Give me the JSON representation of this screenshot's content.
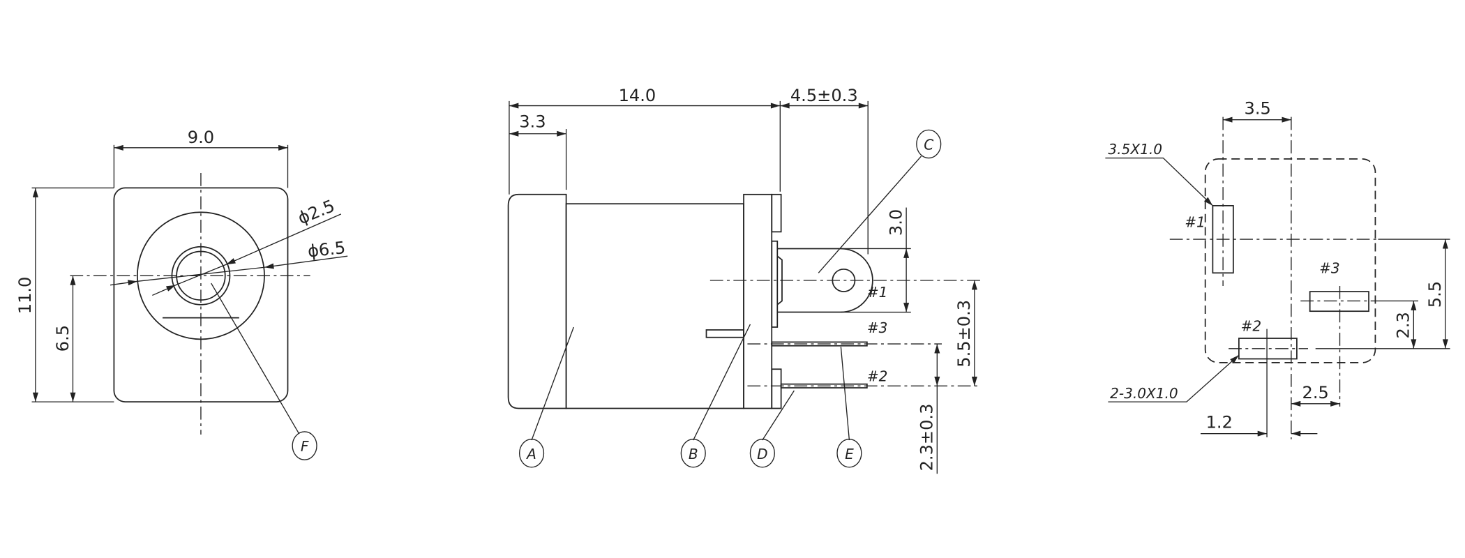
{
  "front_view": {
    "width": "9.0",
    "height": "11.0",
    "center_height": "6.5",
    "inner_diameter": "ϕ2.5",
    "outer_diameter": "ϕ6.5",
    "balloon": "F"
  },
  "side_view": {
    "length": "14.0",
    "cap_length": "3.3",
    "terminal_reach": "4.5±0.3",
    "terminal_width": "3.0",
    "pin_spacing_1_2": "5.5±0.3",
    "pin_spacing_3_2": "2.3±0.3",
    "pin1": "#1",
    "pin2": "#2",
    "pin3": "#3",
    "balloons": [
      "A",
      "B",
      "C",
      "D",
      "E"
    ]
  },
  "footprint": {
    "pin_offset": "3.5",
    "pin1_size": "3.5X1.0",
    "pin23_size": "2-3.0X1.0",
    "spacing_1_2": "5.5",
    "spacing_3_2": "2.3",
    "pin3_offset": "2.5",
    "pin2_offset": "1.2",
    "pin1": "#1",
    "pin2": "#2",
    "pin3": "#3"
  }
}
